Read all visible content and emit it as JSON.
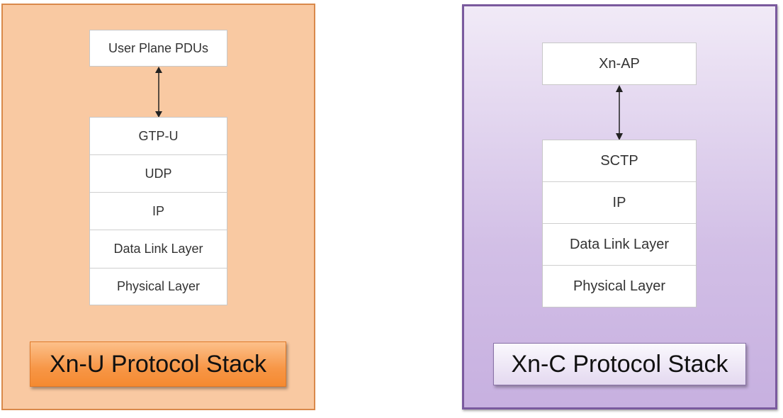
{
  "xn_u": {
    "top_box": "User Plane PDUs",
    "layers": [
      "GTP-U",
      "UDP",
      "IP",
      "Data Link Layer",
      "Physical Layer"
    ],
    "label": "Xn-U Protocol Stack",
    "panel_color": "#f9c9a2",
    "label_color": "#f79646"
  },
  "xn_c": {
    "top_box": "Xn-AP",
    "layers": [
      "SCTP",
      "IP",
      "Data Link Layer",
      "Physical Layer"
    ],
    "label": "Xn-C Protocol Stack",
    "panel_color": "#d2bfe6",
    "border_color": "#7a5a9e"
  }
}
